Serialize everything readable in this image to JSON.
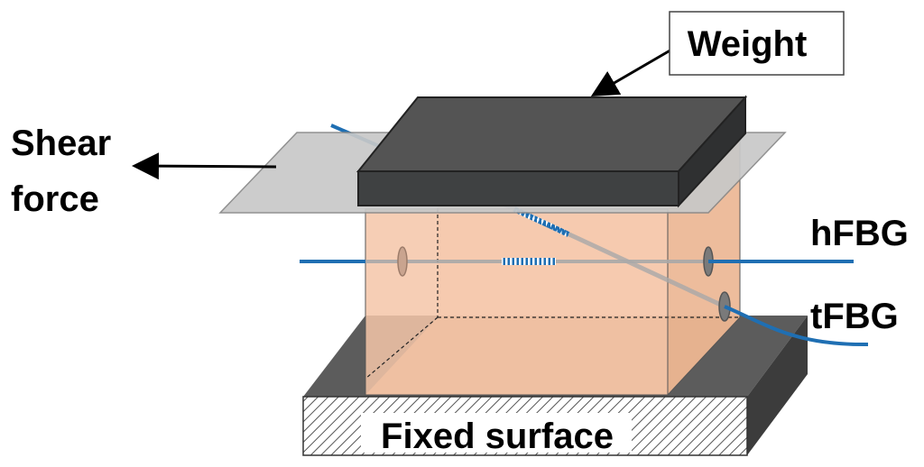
{
  "labels": {
    "weight": "Weight",
    "shear_line1": "Shear",
    "shear_line2": "force",
    "hfbg": "hFBG",
    "tfbg": "tFBG",
    "fixed_surface": "Fixed surface"
  },
  "colors": {
    "weight_top": "#545454",
    "weight_front": "#3f4142",
    "weight_side": "#2f3031",
    "sample": "#f4c6a8",
    "sample_side": "#eab592",
    "sample_bottom": "#dea582",
    "plate": "#c8c8c8",
    "base_top": "#5c5c5c",
    "base_side": "#3c3c3c",
    "fiber": "#1f6fb3",
    "arrow": "#000000"
  }
}
